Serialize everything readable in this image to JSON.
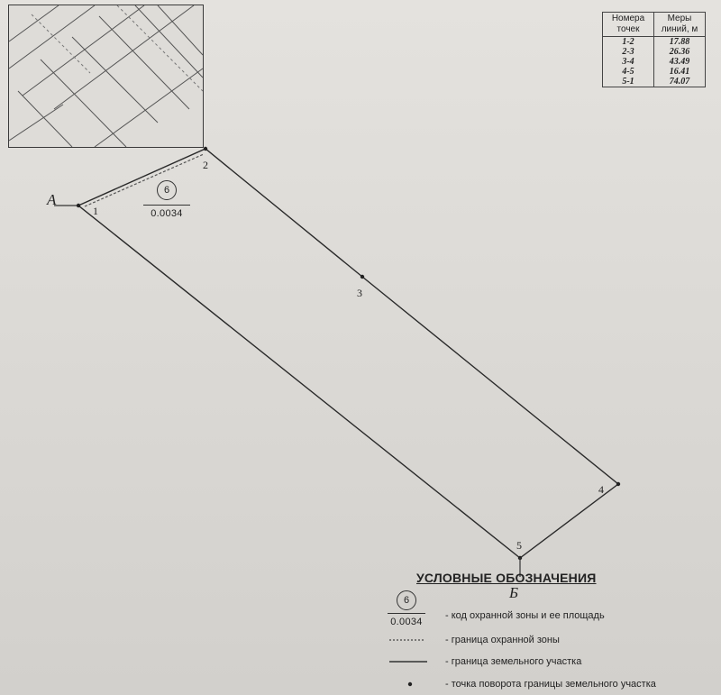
{
  "distance_table": {
    "headers": [
      "Номера точек",
      "Меры линий, м"
    ],
    "rows": [
      {
        "seg": "1-2",
        "len": "17.88"
      },
      {
        "seg": "2-3",
        "len": "26.36"
      },
      {
        "seg": "3-4",
        "len": "43.49"
      },
      {
        "seg": "4-5",
        "len": "16.41"
      },
      {
        "seg": "5-1",
        "len": "74.07"
      }
    ]
  },
  "points": {
    "p1": "1",
    "p2": "2",
    "p3": "3",
    "p4": "4",
    "p5": "5"
  },
  "section_labels": {
    "start": "А",
    "end": "Б"
  },
  "zone": {
    "code": "6",
    "area": "0.0034"
  },
  "legend": {
    "title": "УСЛОВНЫЕ ОБОЗНАЧЕНИЯ",
    "zone_code": "6",
    "zone_area": "0.0034",
    "items": [
      {
        "text": "- код охранной зоны и ее площадь"
      },
      {
        "text": "- граница охранной зоны"
      },
      {
        "text": "- граница земельного участка"
      },
      {
        "text": "- точка поворота границы земельного участка"
      }
    ]
  }
}
